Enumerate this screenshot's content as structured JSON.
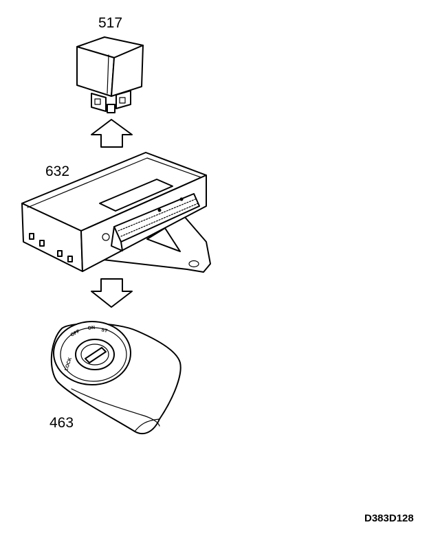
{
  "callouts": {
    "relay": "517",
    "control_unit": "632",
    "ignition_switch": "463"
  },
  "switch_positions": {
    "lock": "LOCK",
    "off": "OFF",
    "on": "ON",
    "st": "ST"
  },
  "document_id": "D383D128",
  "colors": {
    "line": "#000000",
    "background": "#ffffff"
  }
}
